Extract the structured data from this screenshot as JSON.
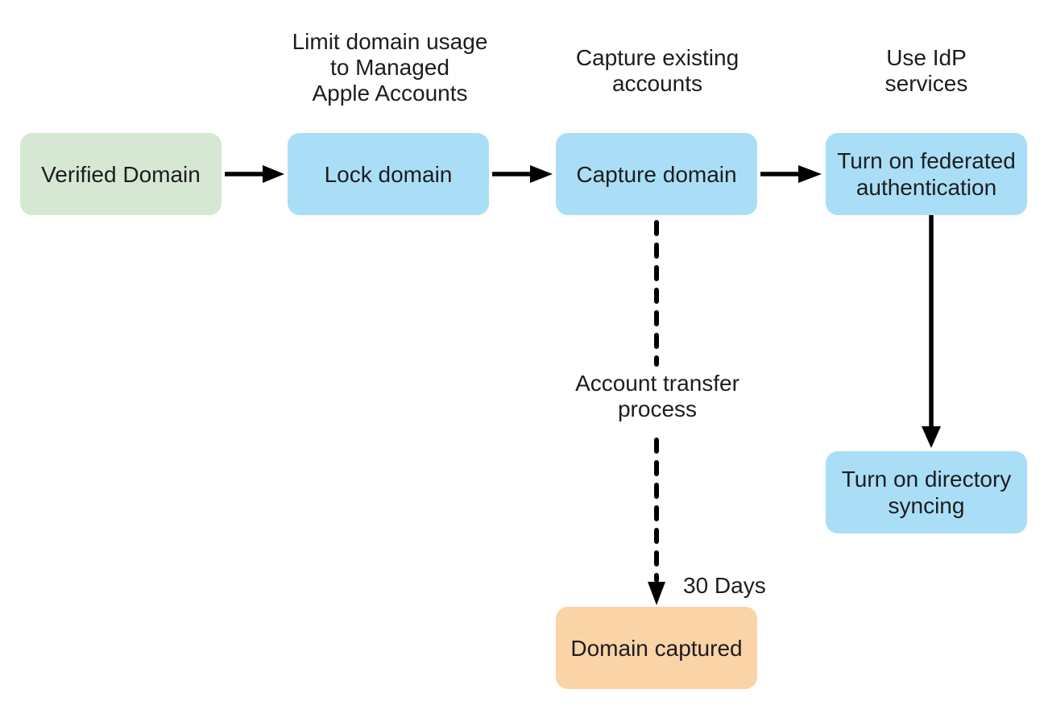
{
  "diagram": {
    "background": "#ffffff",
    "text_color": "#1d1d1f",
    "line_color": "#000000",
    "nodes": {
      "verified_domain": {
        "label": "Verified Domain",
        "fill": "#d6e8d3"
      },
      "lock_domain": {
        "label": "Lock domain",
        "fill": "#aadef6"
      },
      "capture_domain": {
        "label": "Capture domain",
        "fill": "#aadef6"
      },
      "federated_auth": {
        "label": "Turn on federated\nauthentication",
        "fill": "#aadef6"
      },
      "directory_syncing": {
        "label": "Turn on directory\nsyncing",
        "fill": "#aadef6"
      },
      "domain_captured": {
        "label": "Domain captured",
        "fill": "#fad3a7"
      }
    },
    "annotations": {
      "limit_domain_usage": "Limit domain usage\nto Managed\nApple Accounts",
      "capture_existing": "Capture existing\naccounts",
      "use_idp": "Use IdP\nservices",
      "account_transfer": "Account transfer\nprocess",
      "thirty_days": "30 Days"
    }
  }
}
